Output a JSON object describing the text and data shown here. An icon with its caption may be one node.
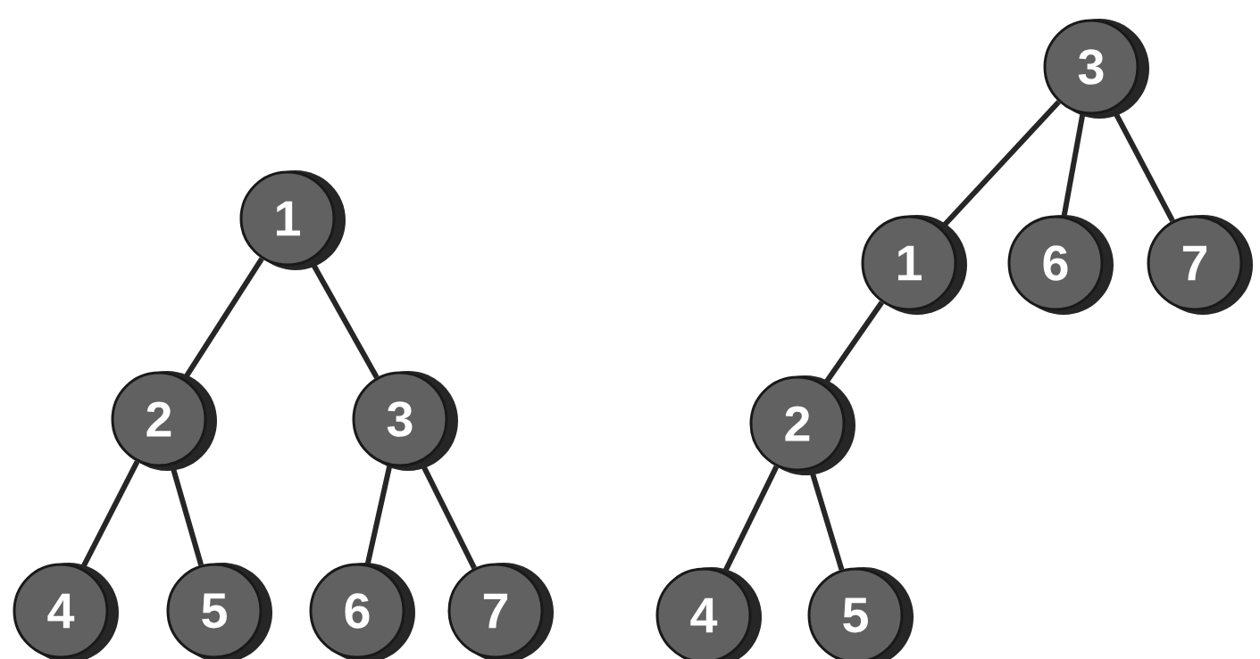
{
  "diagram": {
    "nodes": [
      {
        "text": [
          "1"
        ]
      },
      {
        "text": [
          "2"
        ]
      },
      {
        "text": [
          "3"
        ]
      },
      {
        "text": [
          "4"
        ]
      },
      {
        "text": [
          "5"
        ]
      },
      {
        "text": [
          "6"
        ]
      },
      {
        "text": [
          "7"
        ]
      },
      {
        "text": [
          "3"
        ]
      },
      {
        "text": [
          "1"
        ]
      },
      {
        "text": [
          "6"
        ]
      },
      {
        "text": [
          "7"
        ]
      },
      {
        "text": [
          "2"
        ]
      },
      {
        "text": [
          "4"
        ]
      },
      {
        "text": [
          "5"
        ]
      }
    ],
    "edges": [
      {
        "from": 0,
        "to": 1,
        "arrow": "none"
      },
      {
        "from": 0,
        "to": 2,
        "arrow": "none"
      },
      {
        "from": 1,
        "to": 3,
        "arrow": "none"
      },
      {
        "from": 1,
        "to": 4,
        "arrow": "none"
      },
      {
        "from": 2,
        "to": 5,
        "arrow": "none"
      },
      {
        "from": 2,
        "to": 6,
        "arrow": "none"
      },
      {
        "from": 7,
        "to": 8,
        "arrow": "none"
      },
      {
        "from": 7,
        "to": 9,
        "arrow": "none"
      },
      {
        "from": 7,
        "to": 10,
        "arrow": "none"
      },
      {
        "from": 8,
        "to": 11,
        "arrow": "none"
      },
      {
        "from": 11,
        "to": 12,
        "arrow": "none"
      },
      {
        "from": 11,
        "to": 13,
        "arrow": "none"
      }
    ]
  }
}
